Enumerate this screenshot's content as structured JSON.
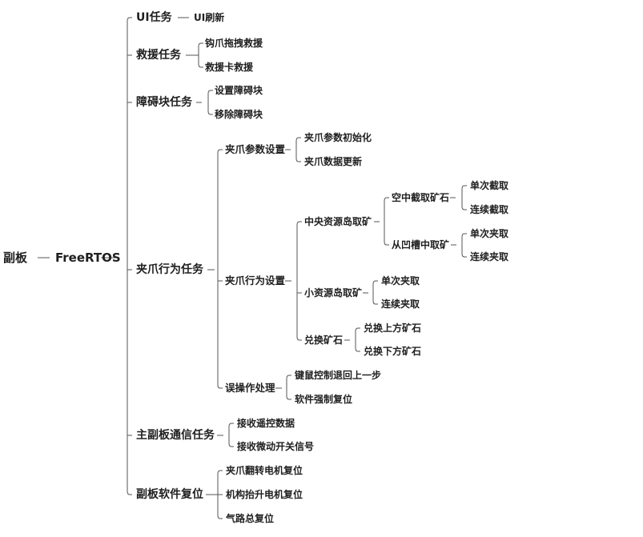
{
  "mindmap": {
    "root": "副板",
    "core": "FreeRTOS",
    "ui": {
      "label": "UI任务",
      "refresh": "UI刷新"
    },
    "rescue": {
      "label": "救援任务",
      "claw_drag": "钩爪拖拽救援",
      "card": "救援卡救援"
    },
    "obstacle": {
      "label": "障碍块任务",
      "set": "设置障碍块",
      "remove": "移除障碍块"
    },
    "claw": {
      "label": "夹爪行为任务",
      "params": {
        "label": "夹爪参数设置",
        "init": "夹爪参数初始化",
        "update": "夹爪数据更新"
      },
      "behavior": {
        "label": "夹爪行为设置",
        "central": {
          "label": "中央资源岛取矿",
          "air": {
            "label": "空中截取矿石",
            "single": "单次截取",
            "continuous": "连续截取"
          },
          "groove": {
            "label": "从凹槽中取矿",
            "single": "单次夹取",
            "continuous": "连续夹取"
          }
        },
        "small": {
          "label": "小资源岛取矿",
          "single": "单次夹取",
          "continuous": "连续夹取"
        },
        "exchange": {
          "label": "兑换矿石",
          "upper": "兑换上方矿石",
          "lower": "兑换下方矿石"
        }
      },
      "misop": {
        "label": "误操作处理",
        "undo": "键鼠控制退回上一步",
        "reset": "软件强制复位"
      }
    },
    "comm": {
      "label": "主副板通信任务",
      "remote": "接收遥控数据",
      "switch": "接收微动开关信号"
    },
    "softreset": {
      "label": "副板软件复位",
      "flip": "夹爪翻转电机复位",
      "lift": "机构抬升电机复位",
      "air": "气路总复位"
    }
  }
}
